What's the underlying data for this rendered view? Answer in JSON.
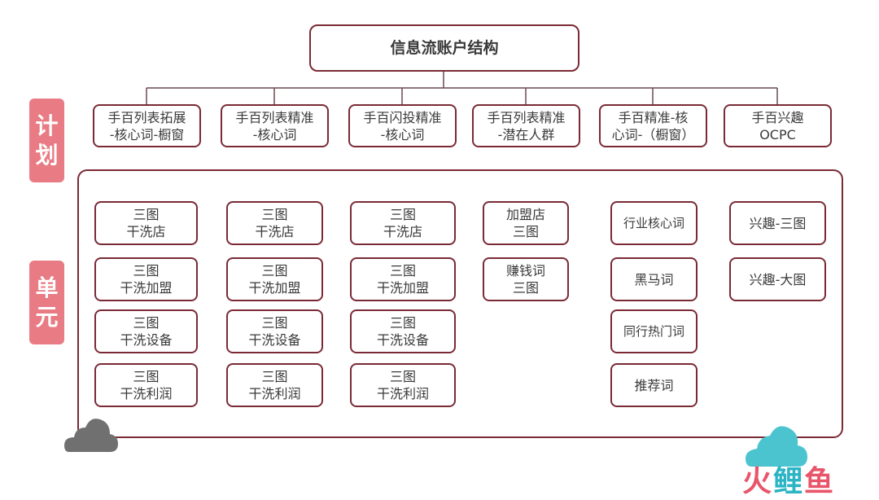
{
  "title": "信息流账户结构",
  "sidebar": {
    "plan_label": [
      "计",
      "划"
    ],
    "unit_label": [
      "单",
      "元"
    ]
  },
  "plans": [
    [
      "手百列表拓展",
      "-核心词-橱窗"
    ],
    [
      "手百列表精准",
      "-核心词"
    ],
    [
      "手百闪投精准",
      "-核心词"
    ],
    [
      "手百列表精准",
      "-潜在人群"
    ],
    [
      "手百精准-核",
      "心词-（橱窗）"
    ],
    [
      "手百兴趣",
      "OCPC"
    ]
  ],
  "units": {
    "col1": [
      [
        "三图",
        "干洗店"
      ],
      [
        "三图",
        "干洗加盟"
      ],
      [
        "三图",
        "干洗设备"
      ],
      [
        "三图",
        "干洗利润"
      ]
    ],
    "col2": [
      [
        "三图",
        "干洗店"
      ],
      [
        "三图",
        "干洗加盟"
      ],
      [
        "三图",
        "干洗设备"
      ],
      [
        "三图",
        "干洗利润"
      ]
    ],
    "col3": [
      [
        "三图",
        "干洗店"
      ],
      [
        "三图",
        "干洗加盟"
      ],
      [
        "三图",
        "干洗设备"
      ],
      [
        "三图",
        "干洗利润"
      ]
    ],
    "col4": [
      [
        "加盟店",
        "三图"
      ],
      [
        "赚钱词",
        "三图"
      ]
    ],
    "col5": [
      [
        "行业核心词"
      ],
      [
        "黑马词"
      ],
      [
        "同行热门词"
      ],
      [
        "推荐词"
      ]
    ],
    "col6": [
      [
        "兴趣-三图"
      ],
      [
        "兴趣-大图"
      ]
    ]
  },
  "colors": {
    "border": "#7a2a35",
    "label_bg": "#e87b83",
    "cloud_gray": "#707070",
    "cloud_teal": "#4cc4cf"
  },
  "watermark": [
    "火",
    "鲤",
    "鱼"
  ],
  "icons": [
    "cloud-gray-icon",
    "cloud-teal-icon"
  ]
}
